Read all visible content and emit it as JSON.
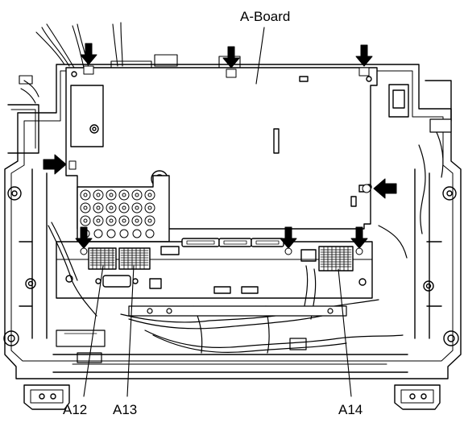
{
  "labels": {
    "board": "A-Board",
    "a12": "A12",
    "a13": "A13",
    "a14": "A14"
  },
  "colors": {
    "line": "#000000",
    "background": "#ffffff",
    "board_fill": "#ffffff",
    "shade": "#d9d9d9"
  },
  "icons": {
    "screw_arrow": "down-arrow-icon"
  }
}
